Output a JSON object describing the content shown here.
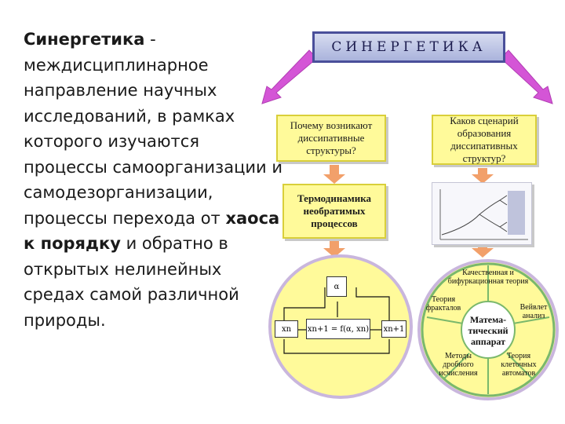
{
  "left": {
    "term": "Синергетика",
    "definition_part1": " - междисциплинарное направление научных исследований, в рамках которого изучаются процессы самоорганизации и самодезорганизации, процессы перехода от ",
    "emphasis": "хаоса к порядку",
    "definition_part2": " и обратно в открытых нелинейных средах самой различной природы."
  },
  "diagram": {
    "title": "СИНЕРГЕТИКА",
    "question_left": "Почему возникают диссипативные структуры?",
    "question_right": "Каков сценарий образования диссипативных структур?",
    "thermo": "Термодинамика необратимых процессов",
    "map_alpha": "α",
    "map_xn": "xn",
    "map_xn1": "xn+1",
    "map_formula": "xn+1 = f(α, xn)",
    "math_center": "Матема-тический аппарат",
    "math_top": "Качественная и бифуркационная теория",
    "math_left": "Теория фракталов",
    "math_right": "Вейвлет анализ",
    "math_bottom_left": "Методы дробного исчисления",
    "math_bottom_right": "Теория клеточных автоматов"
  },
  "colors": {
    "note_fill": "#fffa9a",
    "arrow_pink": "#d455d6",
    "arrow_orange": "#f2a06a",
    "title_border": "#4a4f9a"
  }
}
